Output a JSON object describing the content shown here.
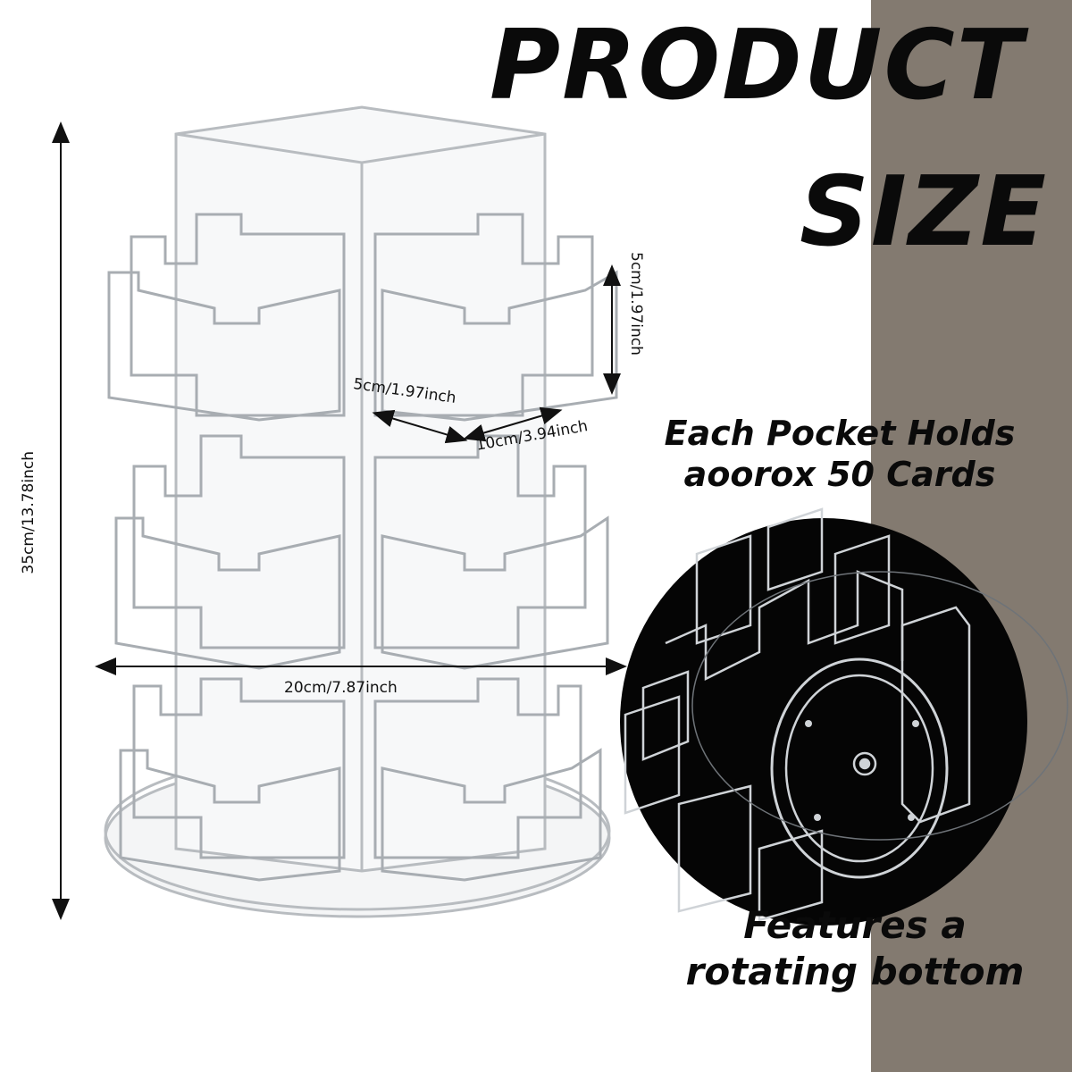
{
  "colors": {
    "side_panel": "#837a70",
    "photo_background": "#050505",
    "acrylic_edge": "#b8bcc0",
    "text": "#0a0a0a"
  },
  "title": {
    "line1": "PRODUCT",
    "line2": "SIZE"
  },
  "dimensions": {
    "height": "35cm/13.78inch",
    "base_width": "20cm/7.87inch",
    "pocket_width": "10cm/3.94inch",
    "pocket_depth": "5cm/1.97inch",
    "pocket_height": "5cm/1.97inch"
  },
  "features": {
    "capacity_line1": "Each Pocket Holds",
    "capacity_line2": "aoorox 50 Cards",
    "rotating_line1": "Features a",
    "rotating_line2": "rotating bottom"
  },
  "icons": [
    "dimension-arrow-icon",
    "rotating-base-photo"
  ]
}
